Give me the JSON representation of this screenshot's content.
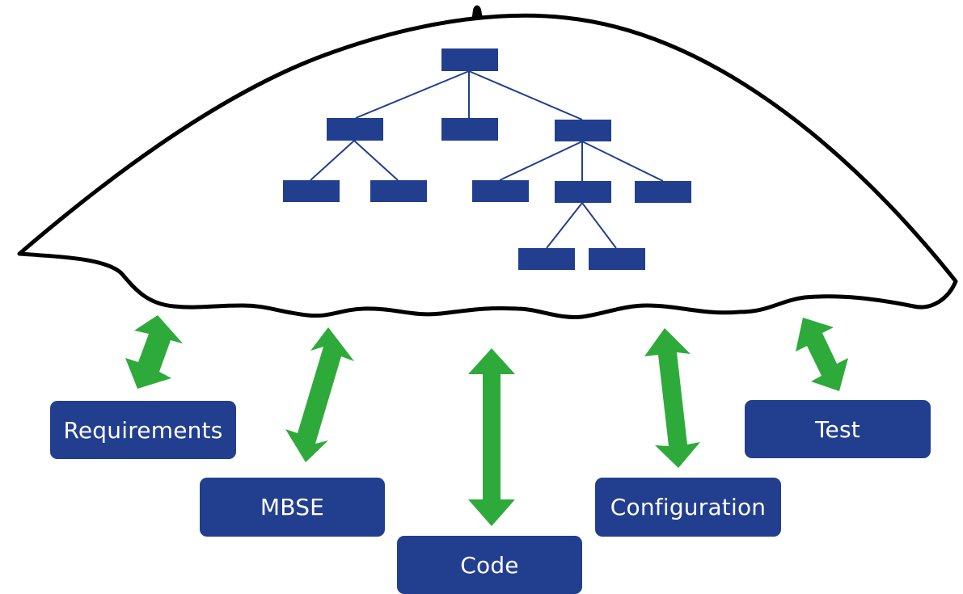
{
  "colors": {
    "node_fill": "#223e8f",
    "arrow_fill": "#2eaa3a",
    "outline": "#000000",
    "text": "#ffffff"
  },
  "hierarchy": {
    "root": "",
    "level_1": [
      "",
      "",
      ""
    ],
    "level_2": [
      "",
      "",
      "",
      "",
      ""
    ],
    "level_3": [
      "",
      ""
    ]
  },
  "labels": {
    "requirements": "Requirements",
    "mbse": "MBSE",
    "code": "Code",
    "configuration": "Configuration",
    "test": "Test"
  },
  "arrows": [
    "double-arrow",
    "double-arrow",
    "double-arrow",
    "double-arrow",
    "double-arrow"
  ]
}
